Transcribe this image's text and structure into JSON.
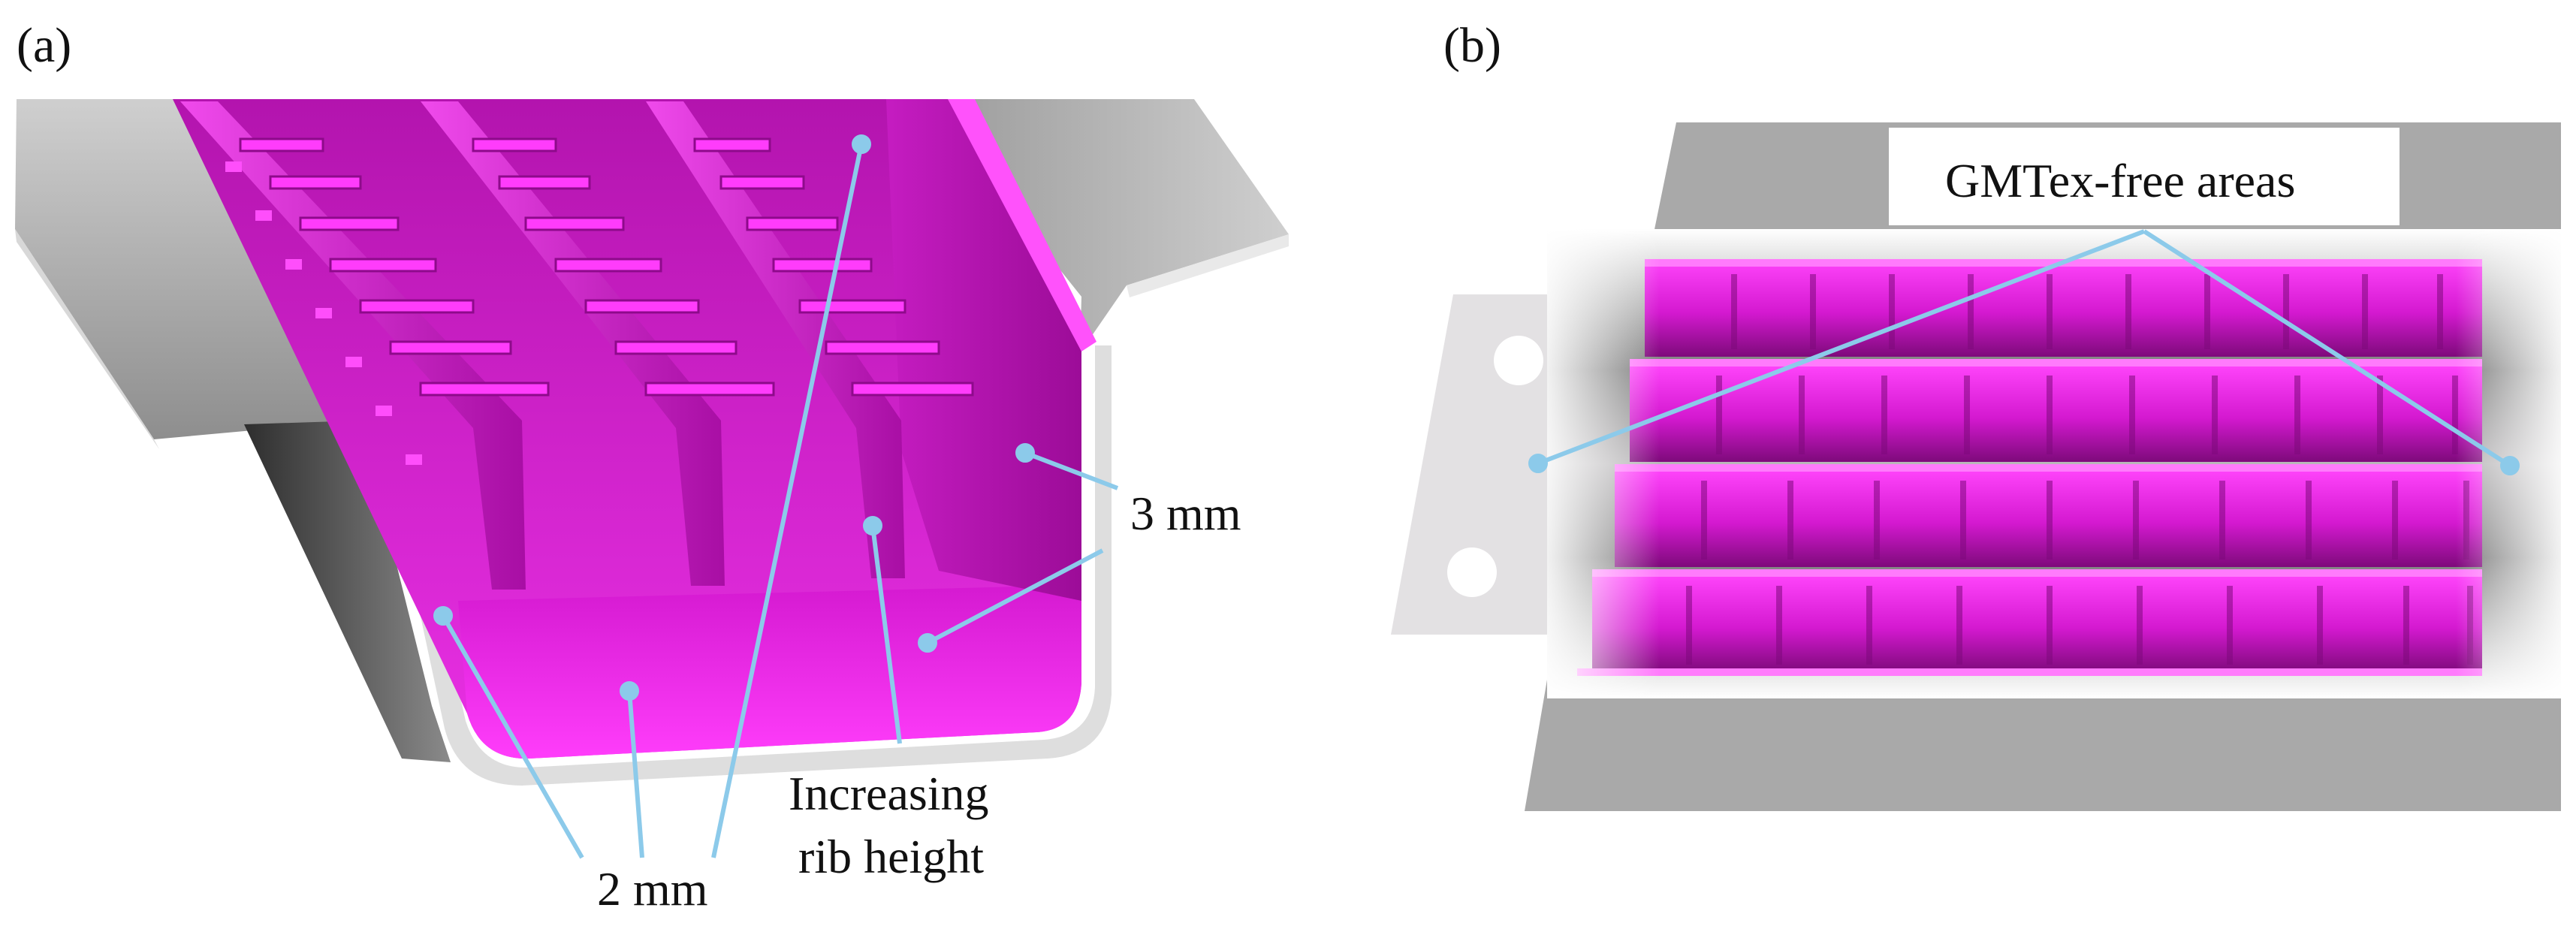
{
  "panels": {
    "a": {
      "label": "(a)"
    },
    "b": {
      "label": "(b)"
    }
  },
  "callouts": {
    "thickness_3mm": "3 mm",
    "thickness_2mm": "2 mm",
    "rib_line1": "Increasing",
    "rib_line2": "rib height",
    "gmtex_free": "GMTex-free areas"
  },
  "colors": {
    "rib_magenta": "#e41ee0",
    "rib_shadow": "#8a0a88",
    "metal_gray": "#a9a9a9",
    "metal_light": "#e8e6e8",
    "leader_blue": "#8ccaea"
  }
}
